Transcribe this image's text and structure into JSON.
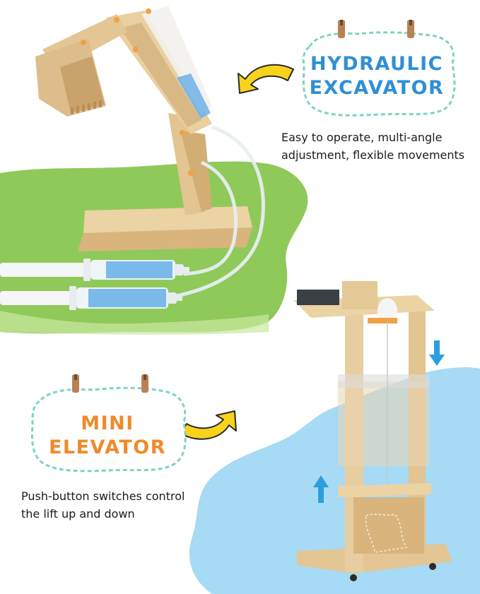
{
  "excavator": {
    "title_line1": "HYDRAULIC",
    "title_line2": "EXCAVATOR",
    "caption_line1": "Easy to operate, multi-angle",
    "caption_line2": "adjustment, flexible movements",
    "title_color": "#2f8fd6"
  },
  "elevator": {
    "title_line1": "MINI",
    "title_line2": "ELEVATOR",
    "caption_line1": "Push-button switches control",
    "caption_line2": "the lift up and down",
    "title_color": "#ef8a2c"
  },
  "colors": {
    "green_blob": "#8fc95a",
    "blue_blob": "#9fd6f4",
    "arrow_yellow": "#f9d21c",
    "motion_arrow": "#2a9fe0",
    "wood": "#e6c896",
    "syringe_liquid": "#6db2e8"
  },
  "icons": [
    "curved-arrow-icon",
    "clothespin-icon",
    "up-arrow-icon",
    "down-arrow-icon"
  ]
}
